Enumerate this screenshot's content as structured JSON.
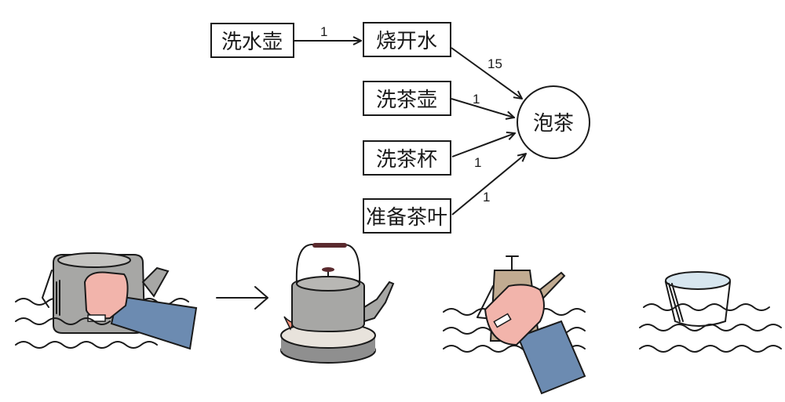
{
  "diagram": {
    "nodes": [
      {
        "id": "wash_kettle",
        "label": "洗水壶"
      },
      {
        "id": "boil_water",
        "label": "烧开水"
      },
      {
        "id": "wash_teapot",
        "label": "洗茶壶"
      },
      {
        "id": "wash_cups",
        "label": "洗茶杯"
      },
      {
        "id": "prepare_leaves",
        "label": "准备茶叶"
      },
      {
        "id": "brew_tea",
        "label": "泡茶"
      }
    ],
    "edges": [
      {
        "from": "wash_kettle",
        "to": "boil_water",
        "label": "1"
      },
      {
        "from": "boil_water",
        "to": "brew_tea",
        "label": "15"
      },
      {
        "from": "wash_teapot",
        "to": "brew_tea",
        "label": "1"
      },
      {
        "from": "wash_cups",
        "to": "brew_tea",
        "label": "1"
      },
      {
        "from": "prepare_leaves",
        "to": "brew_tea",
        "label": "1"
      }
    ]
  },
  "illustrations": [
    {
      "name": "washing-kettle",
      "description": "hand washing a grey kettle"
    },
    {
      "name": "kettle-on-stove",
      "description": "kettle boiling over flame"
    },
    {
      "name": "washing-teapot",
      "description": "hand washing a teapot"
    },
    {
      "name": "tea-cup",
      "description": "tea cup"
    }
  ],
  "colors": {
    "ink": "#1a1a1a",
    "kettle_grey": "#a7a7a5",
    "sleeve_blue": "#6c8bb1",
    "skin_pink": "#f2b4ab",
    "flame_orange": "#f4907a",
    "teapot_tan": "#c1ab91",
    "cup_water": "#d7e6ef"
  }
}
